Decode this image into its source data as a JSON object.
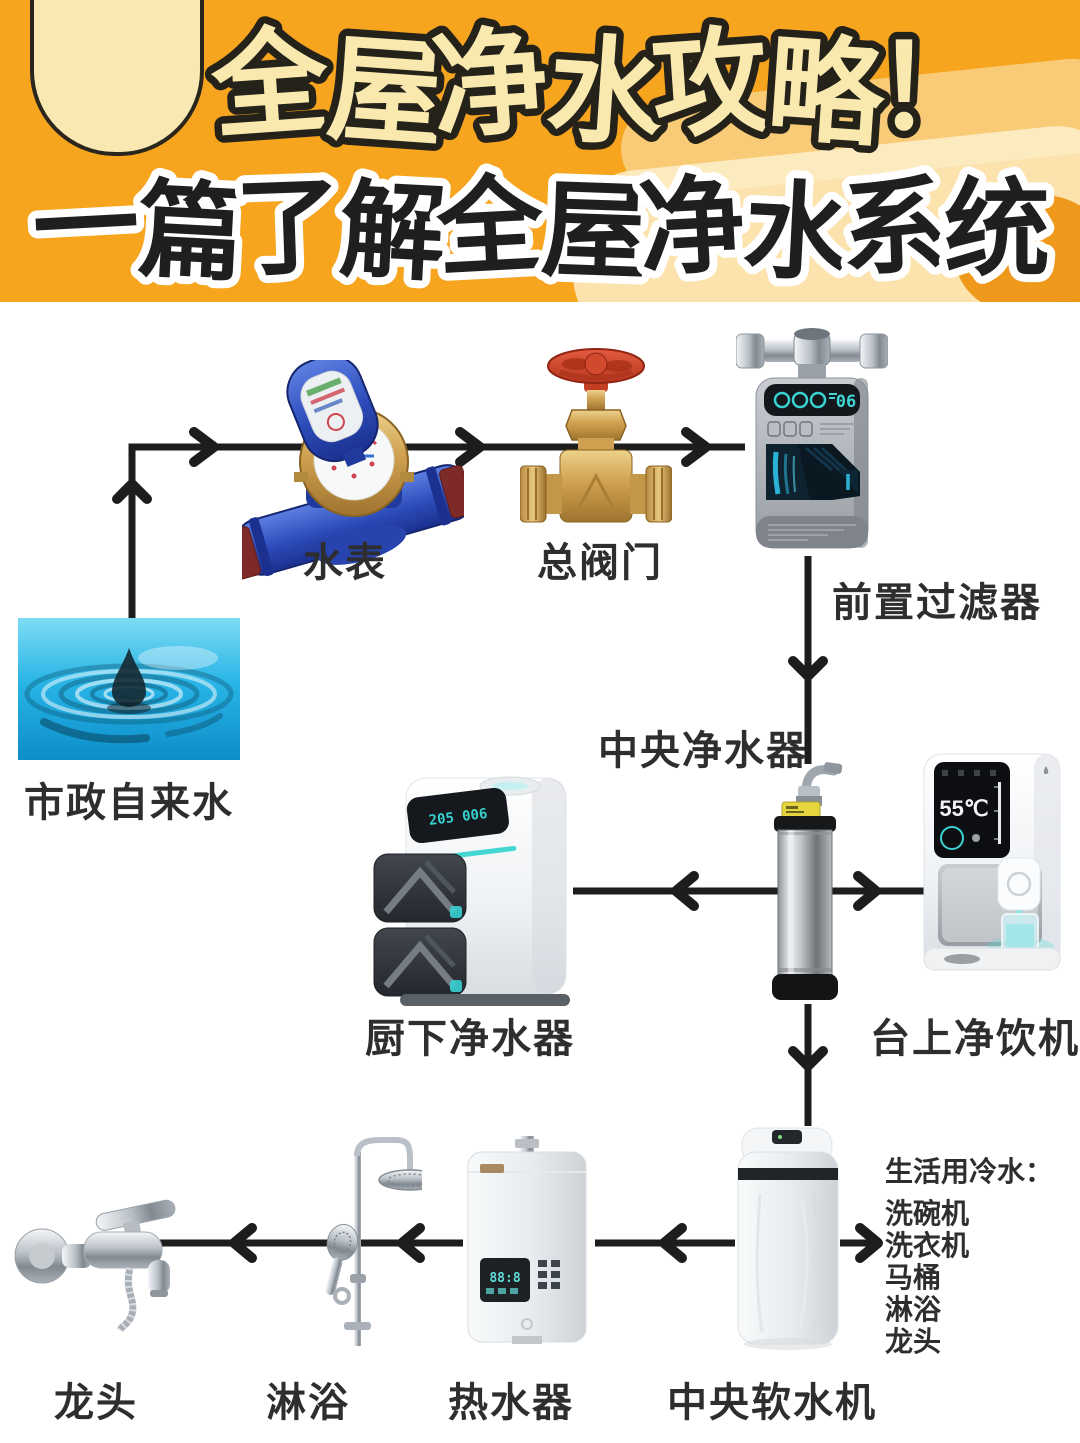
{
  "header": {
    "title_line1": "全屋净水攻略！",
    "title_line2": "一篇了解全屋净水系统"
  },
  "nodes": {
    "municipal": {
      "label": "市政自来水"
    },
    "meter": {
      "label": "水表"
    },
    "valve": {
      "label": "总阀门"
    },
    "prefilter": {
      "label": "前置过滤器",
      "display": "06"
    },
    "central": {
      "label": "中央净水器"
    },
    "undersink": {
      "label": "厨下净水器",
      "display": "205 006"
    },
    "dispenser": {
      "label": "台上净饮机",
      "temp": "55℃"
    },
    "softener": {
      "label": "中央软水机"
    },
    "heater": {
      "label": "热水器"
    },
    "shower": {
      "label": "淋浴"
    },
    "faucet": {
      "label": "龙头"
    }
  },
  "cold_water": {
    "title": "生活用冷水：",
    "items": [
      "洗碗机",
      "洗衣机",
      "马桶",
      "淋浴",
      "龙头"
    ]
  },
  "colors": {
    "banner_orange": "#F7A41E",
    "cream": "#FAE8B2",
    "flow_line": "#1D1D1D",
    "display_teal": "#3FD6D4"
  }
}
